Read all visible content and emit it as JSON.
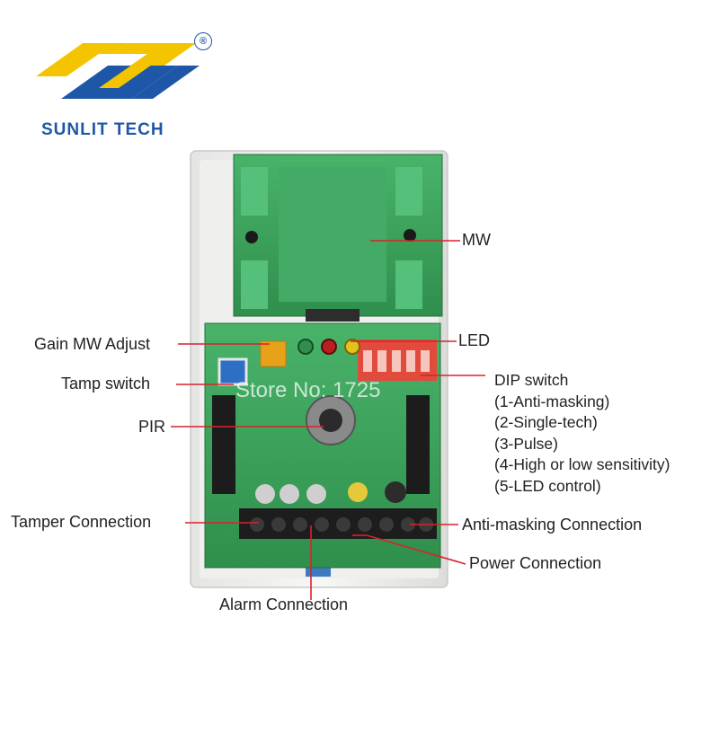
{
  "brand": {
    "name": "SUNLIT TECH",
    "registered": "®",
    "colors": {
      "blue": "#1f57a8",
      "yellow": "#f5c400"
    }
  },
  "watermark": "Store No: 1725",
  "labels": {
    "mw": "MW",
    "led": "LED",
    "gain": "Gain MW Adjust",
    "tamp": "Tamp switch",
    "pir": "PIR",
    "tamper_conn": "Tamper Connection",
    "anti_conn": "Anti-masking Connection",
    "power_conn": "Power Connection",
    "alarm_conn": "Alarm Connection"
  },
  "dip": {
    "title": "DIP switch",
    "items": [
      "(1-Anti-masking)",
      "(2-Single-tech)",
      "(3-Pulse)",
      "(4-High or low sensitivity)",
      "(5-LED control)"
    ]
  },
  "colors": {
    "leader": "#d8232a",
    "pcb": "#3aa35a",
    "housing": "#f0f0ee"
  }
}
